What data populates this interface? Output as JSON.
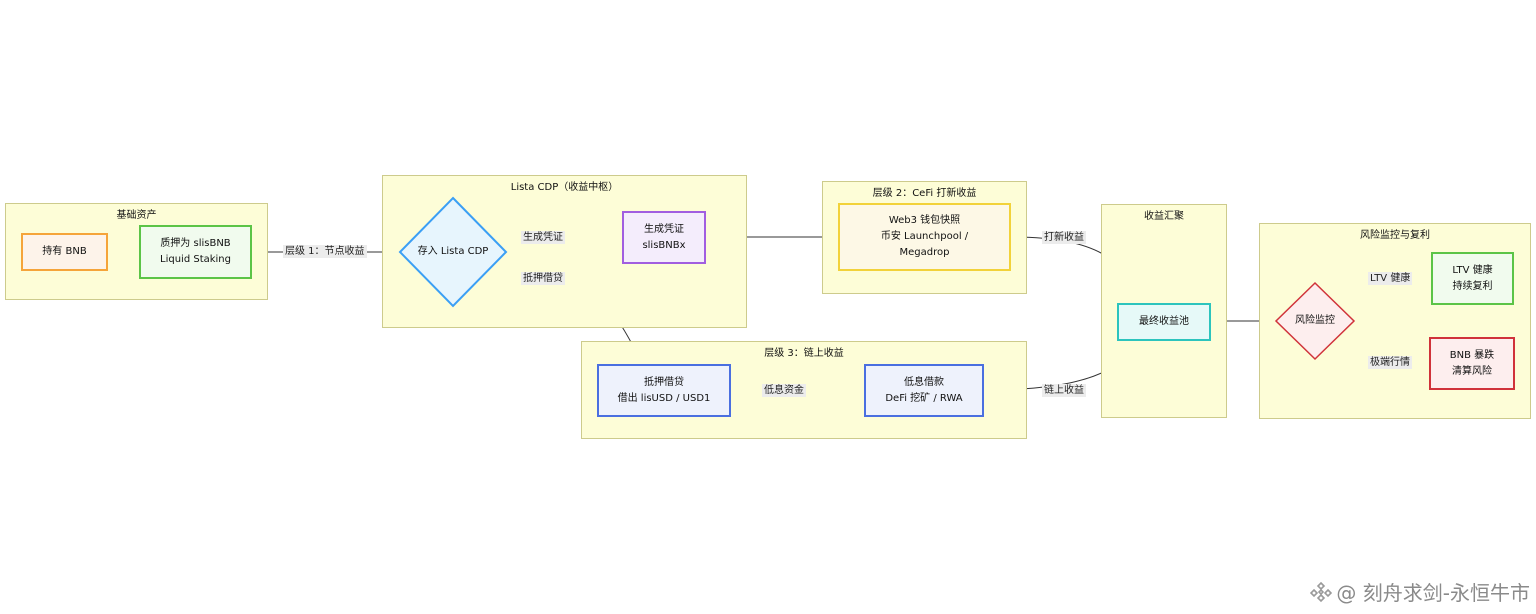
{
  "groups": {
    "base": "基础资产",
    "lista": "Lista CDP（收益中枢）",
    "cefi": "层级 2：CeFi 打新收益",
    "onchain": "层级 3：链上收益",
    "converge": "收益汇聚",
    "risk": "风险监控与复利"
  },
  "nodes": {
    "hold_bnb": "持有 BNB",
    "stake": [
      "质押为 slisBNB",
      "Liquid Staking"
    ],
    "deposit": "存入 Lista CDP",
    "voucher": [
      "生成凭证",
      "slisBNBx"
    ],
    "web3": [
      "Web3 钱包快照",
      "币安 Launchpool /",
      "Megadrop"
    ],
    "borrow": [
      "抵押借贷",
      "借出 lisUSD / USD1"
    ],
    "lowrate": [
      "低息借款",
      "DeFi 挖矿 / RWA"
    ],
    "pool": "最终收益池",
    "monitor": "风险监控",
    "ltv_ok": [
      "LTV 健康",
      "持续复利"
    ],
    "crash": [
      "BNB 暴跌",
      "清算风险"
    ]
  },
  "edges": {
    "layer1": "层级 1：节点收益",
    "gen_voucher": "生成凭证",
    "pledge": "抵押借贷",
    "lowfund": "低息资金",
    "ipo": "打新收益",
    "chain": "链上收益",
    "ltv": "LTV 健康",
    "extreme": "极端行情"
  },
  "colors": {
    "orange": "#f5a43a",
    "green": "#5cc447",
    "blue": "#3b9ff5",
    "purple": "#a15ee0",
    "yellow": "#f2d23a",
    "indigo": "#4a6fe0",
    "teal": "#2cc4bd",
    "red": "#d0323a"
  },
  "watermark": "@ 刻舟求剑-永恒牛市"
}
